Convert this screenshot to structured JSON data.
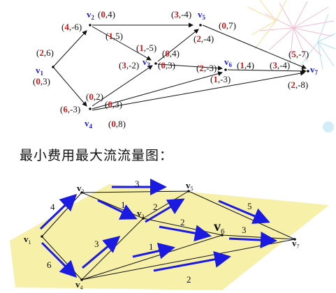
{
  "top_graph": {
    "vertices": [
      {
        "id": "v1",
        "name": "v",
        "sub": "1"
      },
      {
        "id": "v2",
        "name": "v",
        "sub": "2"
      },
      {
        "id": "v3",
        "name": "v",
        "sub": "3"
      },
      {
        "id": "v4",
        "name": "v",
        "sub": "4"
      },
      {
        "id": "v5",
        "name": "v",
        "sub": "5"
      },
      {
        "id": "v6",
        "name": "v",
        "sub": "6"
      },
      {
        "id": "v7",
        "name": "v",
        "sub": "7"
      }
    ],
    "labels": [
      {
        "name": "v1-label-upper",
        "a": "2",
        "b": ",6)"
      },
      {
        "name": "v1-label-lower",
        "a": "0",
        "b": ",3)"
      },
      {
        "name": "v2-label-left",
        "a": "4",
        "b": ",-6)"
      },
      {
        "name": "v2-label-top",
        "a": "0",
        "b": ",4)"
      },
      {
        "name": "edge-v2-v3-label",
        "a": "1",
        "b": ",5)"
      },
      {
        "name": "v5-label-left",
        "a": "3",
        "b": ",-4)"
      },
      {
        "name": "v5-label-right",
        "a": "0",
        "b": ",7)"
      },
      {
        "name": "v5-label-lower",
        "a": "2",
        "b": ",-4)"
      },
      {
        "name": "edge-v3-label-upper",
        "a": "1",
        "b": ",-5)"
      },
      {
        "name": "edge-v3-v5-label",
        "a": "0",
        "b": ",4)"
      },
      {
        "name": "v3-label-left",
        "a": "3",
        "b": ",-2)"
      },
      {
        "name": "v3-label-right",
        "a": "0",
        "b": ",3)"
      },
      {
        "name": "v6-label-left",
        "a": "2",
        "b": ",-3)"
      },
      {
        "name": "v6-label-right",
        "a": "1",
        "b": ",4)"
      },
      {
        "name": "v6-label-lower",
        "a": "1",
        "b": ",-3)"
      },
      {
        "name": "v7-label-upper",
        "a": "5",
        "b": ",-7)"
      },
      {
        "name": "v7-label-left",
        "a": "3",
        "b": ",-4)"
      },
      {
        "name": "v7-label-lower",
        "a": "2",
        "b": ",-8)"
      },
      {
        "name": "v4-label-upper",
        "a": "0",
        "b": ",2)"
      },
      {
        "name": "v4-label-left",
        "a": "6",
        "b": ",-3)"
      },
      {
        "name": "v4-label-right",
        "a": "0",
        "b": ",3)"
      },
      {
        "name": "v4-label-lower",
        "a": "0",
        "b": ",8)"
      }
    ]
  },
  "section_title": "最小费用最大流流量图：",
  "bottom_graph": {
    "vertices": [
      {
        "id": "v1",
        "name": "v",
        "sub": "1"
      },
      {
        "id": "v2",
        "name": "v",
        "sub": "2"
      },
      {
        "id": "v3",
        "name": "v",
        "sub": "3"
      },
      {
        "id": "v4",
        "name": "v",
        "sub": "4"
      },
      {
        "id": "v5",
        "name": "v",
        "sub": "5"
      },
      {
        "id": "v6",
        "name": "v",
        "sub": "6"
      },
      {
        "id": "v7",
        "name": "v",
        "sub": "7"
      }
    ],
    "flows": [
      {
        "edge": "v1-v2",
        "value": "4"
      },
      {
        "edge": "v1-v4",
        "value": "6"
      },
      {
        "edge": "v2-v5",
        "value": "3"
      },
      {
        "edge": "v2-v3",
        "value": "1"
      },
      {
        "edge": "v3-v5",
        "value": "2"
      },
      {
        "edge": "v3-v6",
        "value": "2"
      },
      {
        "edge": "v5-v7",
        "value": "5"
      },
      {
        "edge": "v6-v7",
        "value": "3"
      },
      {
        "edge": "v4-v3",
        "value": "3"
      },
      {
        "edge": "v4-v6",
        "value": "1"
      },
      {
        "edge": "v4-v7",
        "value": "2"
      }
    ]
  },
  "colors": {
    "vertex_top": "#1a1ae0",
    "flow_red": "#d01818",
    "highlight": "#f6f0a8",
    "flow_arrow": "#1a1ae0"
  }
}
